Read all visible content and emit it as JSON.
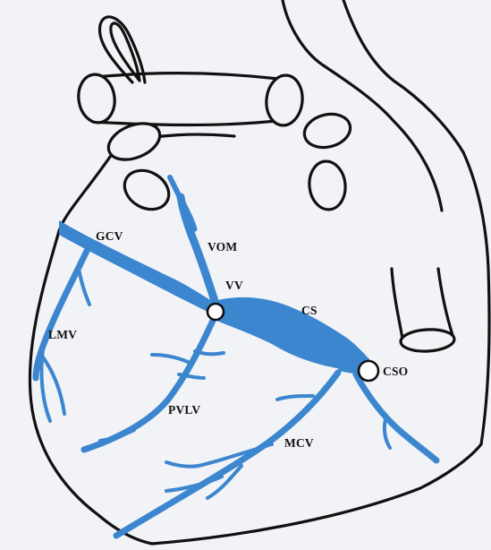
{
  "diagram": {
    "labels": {
      "gcv": "GCV",
      "vom": "VOM",
      "vv": "VV",
      "cs": "CS",
      "lmv": "LMV",
      "cso": "CSO",
      "pvlv": "PVLV",
      "mcv": "MCV"
    },
    "colors": {
      "vein": "#3b86cf",
      "outline": "#111111",
      "background": "#f2f3f6"
    }
  }
}
